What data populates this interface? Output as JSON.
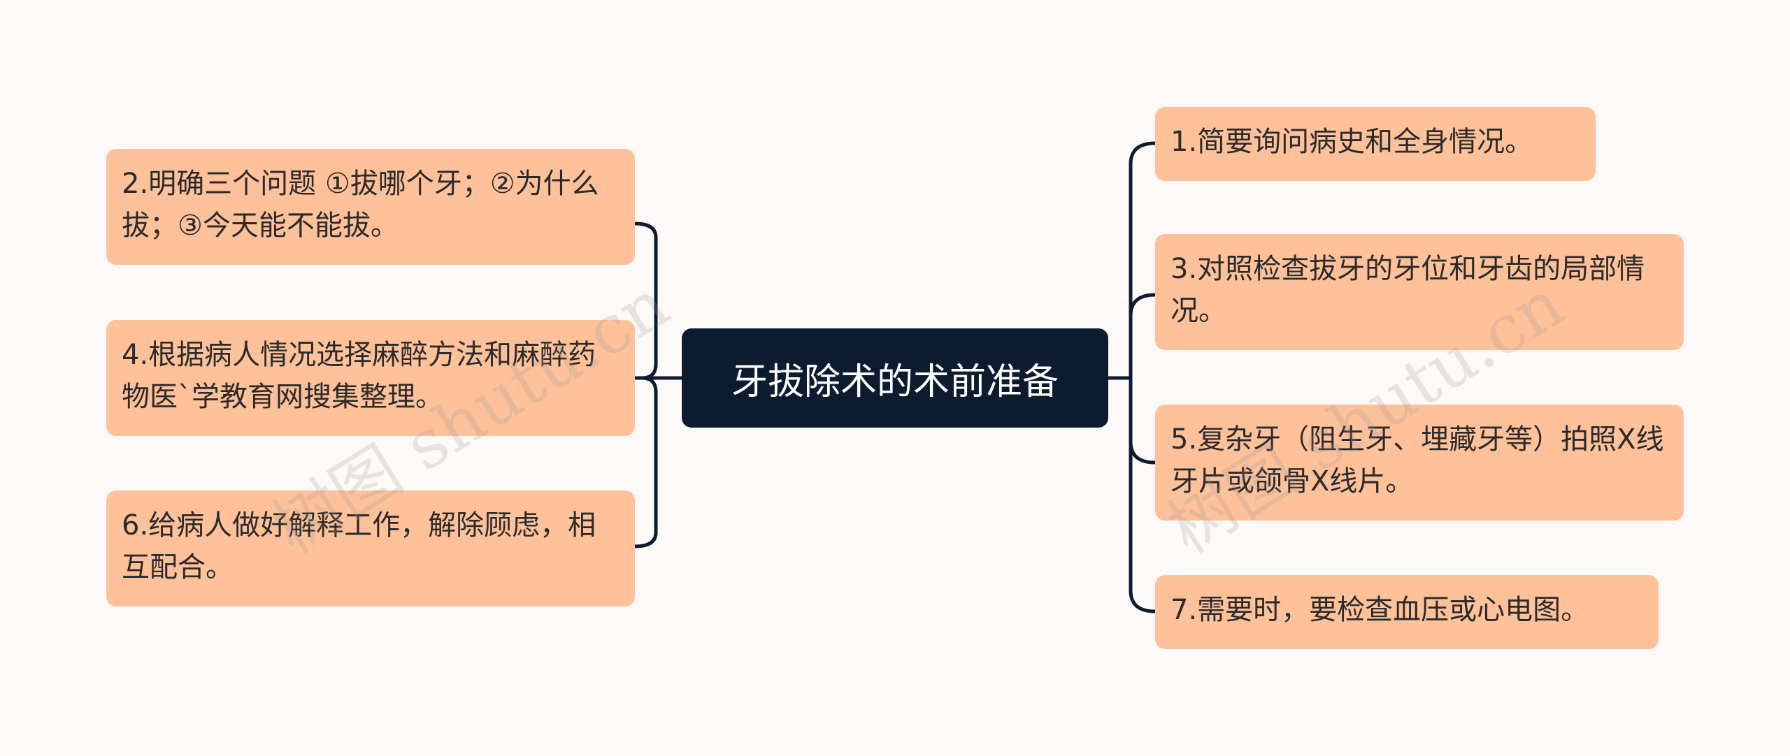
{
  "center": {
    "label": "牙拔除术的术前准备"
  },
  "left_nodes": [
    {
      "label": "2.明确三个问题  ①拔哪个牙；②为什么拔；③今天能不能拔。"
    },
    {
      "label": "4.根据病人情况选择麻醉方法和麻醉药物医`学教育网搜集整理。"
    },
    {
      "label": "6.给病人做好解释工作，解除顾虑，相互配合。"
    }
  ],
  "right_nodes": [
    {
      "label": "1.简要询问病史和全身情况。"
    },
    {
      "label": "3.对照检查拔牙的牙位和牙齿的局部情况。"
    },
    {
      "label": "5.复杂牙（阻生牙、埋藏牙等）拍照X线牙片或颌骨X线片。"
    },
    {
      "label": "7.需要时，要检查血压或心电图。"
    }
  ],
  "watermarks": [
    {
      "text": "树图 shutu.cn"
    },
    {
      "text": "树图 shutu.cn"
    }
  ],
  "colors": {
    "background": "#fdf9f8",
    "center_fill": "#0d1b30",
    "node_fill": "#fec19a",
    "connector": "#0d1b30"
  }
}
